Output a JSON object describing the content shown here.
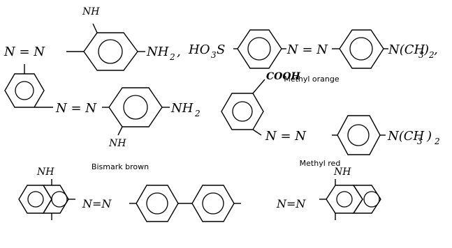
{
  "structures": [
    {
      "id": "upper-left",
      "labels": {
        "nh_top": "NH",
        "azo": "N = N",
        "nh2": "NH",
        "nh2_sub": "2",
        "comma": ","
      }
    },
    {
      "id": "methyl-orange",
      "name": "Methyl orange",
      "labels": {
        "ho3s_a": "HO",
        "ho3s_sub": "3",
        "ho3s_b": "S",
        "azo": "N = N",
        "nme2_a": "N(CH",
        "nme2_sub": "3",
        "nme2_b": ")",
        "nme2_sub2": "2",
        "comma": ","
      }
    },
    {
      "id": "bismark-brown",
      "name": "Bismark brown",
      "labels": {
        "azo": "N = N",
        "nh2": "NH",
        "nh2_sub": "2",
        "nh_bottom": "NH"
      }
    },
    {
      "id": "methyl-red",
      "name": "Methyl red",
      "labels": {
        "cooh": "COOH",
        "azo": "N = N",
        "nme2_a": "N(CH",
        "nme2_sub": "3",
        "nme2_b": ")",
        "nme2_sub2": "2"
      }
    },
    {
      "id": "bottom-bis-azo",
      "labels": {
        "nh_left": "NH",
        "azo_left": "N=N",
        "azo_right": "N=N",
        "nh_right": "NH"
      }
    }
  ]
}
